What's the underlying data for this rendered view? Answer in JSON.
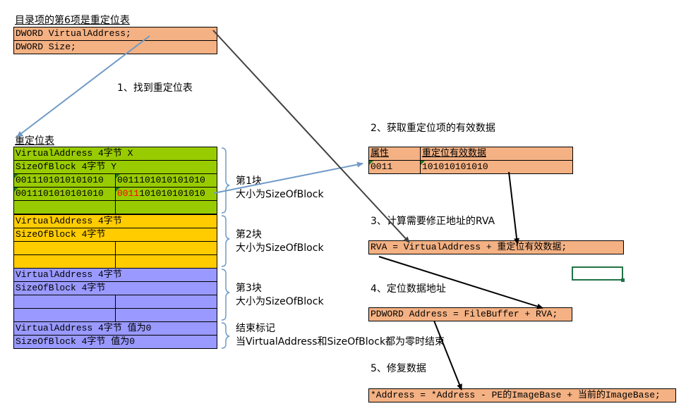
{
  "header": {
    "title": "目录项的第6项是重定位表",
    "dir_rows": [
      "DWORD VirtualAddress;",
      "DWORD Size;"
    ]
  },
  "step1": "1、找到重定位表",
  "reloc_table": {
    "title": "重定位表",
    "block1": {
      "rows": [
        "VirtualAddress 4字节  X",
        "SizeOfBlock 4字节  Y"
      ],
      "data_rows": [
        [
          "0011101010101010",
          "0011101010101010"
        ],
        [
          "0011101010101010",
          {
            "highlight": "0011",
            "rest": "101010101010"
          }
        ]
      ],
      "highlight_color": "#ff0000",
      "fill": "#99cc00",
      "label_line1": "第1块",
      "label_line2": "大小为SizeOfBlock"
    },
    "block2": {
      "rows": [
        "VirtualAddress 4字节",
        "SizeOfBlock 4字节"
      ],
      "fill": "#ffcc00",
      "label_line1": "第2块",
      "label_line2": "大小为SizeOfBlock"
    },
    "block3": {
      "rows": [
        "VirtualAddress 4字节",
        "SizeOfBlock 4字节"
      ],
      "fill": "#9999ff",
      "label_line1": "第3块",
      "label_line2": "大小为SizeOfBlock"
    },
    "end_block": {
      "rows": [
        "VirtualAddress 4字节 值为0",
        "SizeOfBlock 4字节 值为0"
      ],
      "label_line1": "结束标记",
      "label_line2": "当VirtualAddress和SizeOfBlock都为零时结束"
    }
  },
  "step2": {
    "title": "2、获取重定位项的有效数据",
    "headers": [
      "属性",
      "重定位有效数据"
    ],
    "values": [
      "0011",
      "101010101010"
    ]
  },
  "step3": {
    "title": "3、计算需要修正地址的RVA",
    "formula": "RVA = VirtualAddress + 重定位有效数据;"
  },
  "step4": {
    "title": "4、定位数据地址",
    "formula": "PDWORD Address = FileBuffer + RVA;"
  },
  "step5": {
    "title": "5、修复数据",
    "formula": "*Address = *Address - PE的ImageBase + 当前的ImageBase;"
  },
  "colors": {
    "orange": "#f4b183",
    "green": "#99cc00",
    "yellow": "#ffcc00",
    "purple": "#9999ff",
    "blue_arrow": "#6f9ac6",
    "black_arrow": "#000000",
    "selection": "#217346"
  }
}
